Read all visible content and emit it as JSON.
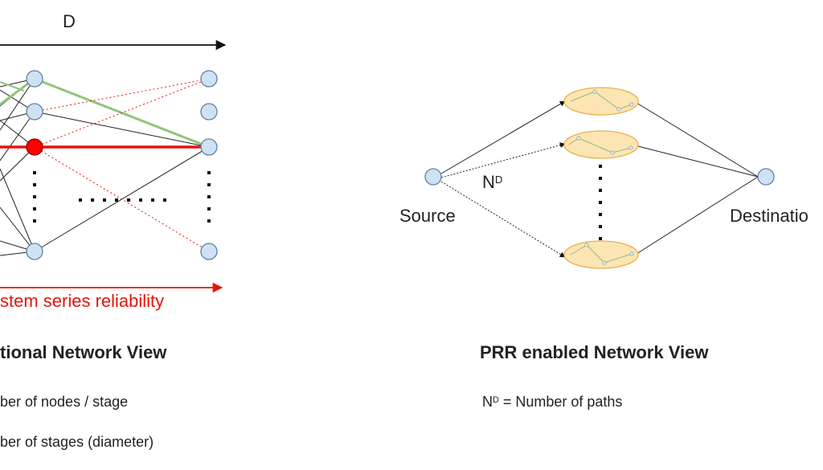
{
  "left": {
    "axis_label": "D",
    "reliability_label": "stem series reliability",
    "title": "tional Network View",
    "legend_line1": "ber of nodes / stage",
    "legend_line2": "ber of stages (diameter)"
  },
  "right": {
    "source_label": "Source",
    "destination_label": "Destinatio",
    "paths_base": "N",
    "paths_sup": "D",
    "title": "PRR enabled Network View",
    "legend_base": "N",
    "legend_sup": "D",
    "legend_text": " = Number of paths"
  },
  "colors": {
    "node_fill": "#cfe2f3",
    "node_stroke": "#5b7fa6",
    "highlight_node": "#ff0000",
    "highlight_path": "#e8140c",
    "green_path": "#93c47d",
    "path_ellipse_fill": "#fce5b3",
    "path_ellipse_stroke": "#e6b04a"
  }
}
